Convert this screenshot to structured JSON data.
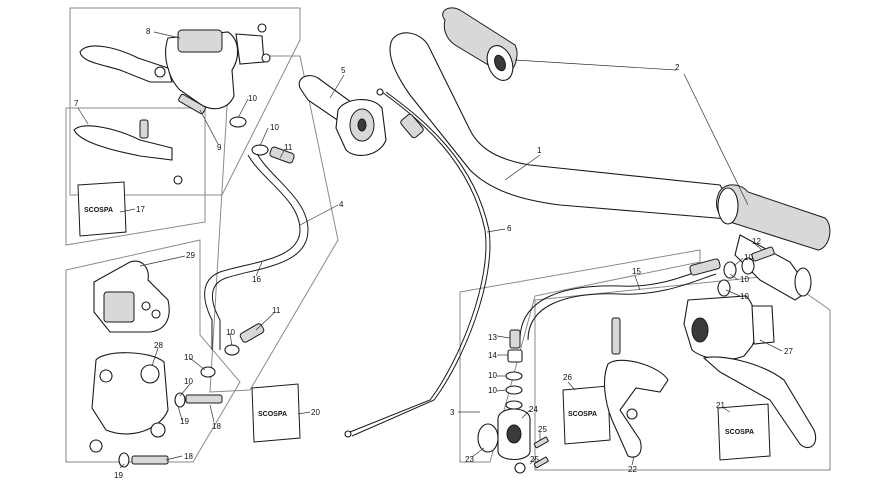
{
  "callouts": [
    "1",
    "2",
    "3",
    "4",
    "5",
    "6",
    "7",
    "8",
    "9",
    "10",
    "11",
    "12",
    "13",
    "14",
    "15",
    "16",
    "17",
    "18",
    "19",
    "20",
    "21",
    "22",
    "23",
    "24",
    "25",
    "26",
    "27",
    "28",
    "29"
  ],
  "brand_stamp": "SCOSPA",
  "colors": {
    "line": "#1a1a1a",
    "frame": "#8a8a8a",
    "background": "#ffffff"
  }
}
